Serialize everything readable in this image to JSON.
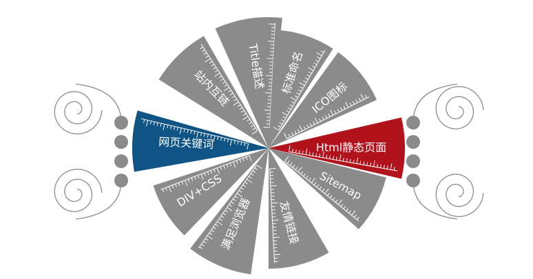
{
  "colors": {
    "blade_gray": "#8b8b8b",
    "blade_blue": "#0f5485",
    "blade_red": "#b2121c",
    "ruler_white": "#ffffff",
    "ornament_gray": "#8b8b8b"
  },
  "blades": [
    {
      "label": "网页关键词",
      "color": "blade_blue",
      "highlighted": true
    },
    {
      "label": "站内互链",
      "color": "blade_gray"
    },
    {
      "label": "Title描述",
      "color": "blade_gray"
    },
    {
      "label": "标准命名",
      "color": "blade_gray"
    },
    {
      "label": "ICO图标",
      "color": "blade_gray"
    },
    {
      "label": "Html静态页面",
      "color": "blade_red",
      "highlighted": true
    },
    {
      "label": "Sitemap",
      "color": "blade_gray"
    },
    {
      "label": "友情链接",
      "color": "blade_gray"
    },
    {
      "label": "满足浏览器",
      "color": "blade_gray"
    },
    {
      "label": "DIV+CSS",
      "color": "blade_gray"
    }
  ],
  "ornaments": {
    "left": {
      "spirals": 2,
      "dots": 4
    },
    "right": {
      "spirals": 2,
      "dots": 4
    }
  }
}
